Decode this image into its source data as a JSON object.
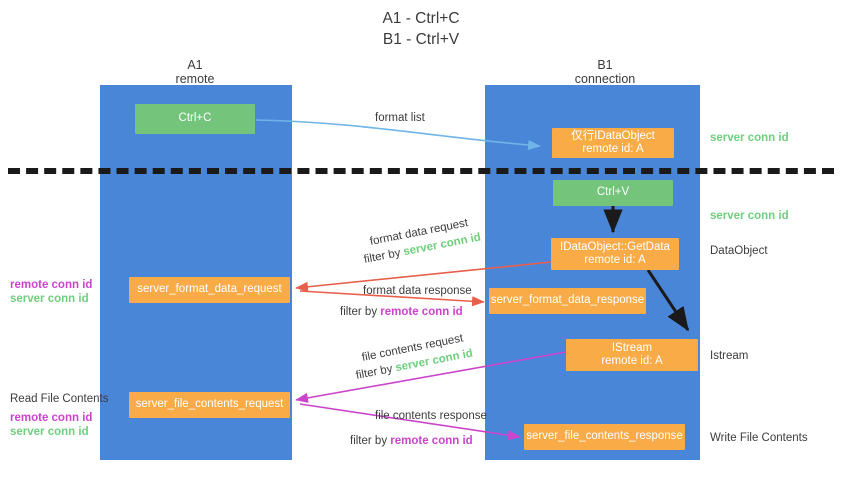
{
  "diagram": {
    "title_line1": "A1 - Ctrl+C",
    "title_line2": "B1 - Ctrl+V"
  },
  "lanes": [
    {
      "name": "A1",
      "sub": "remote"
    },
    {
      "name": "B1",
      "sub": "connection"
    }
  ],
  "nodes": {
    "ctrl_c": {
      "line1": "Ctrl+C",
      "line2": ""
    },
    "idataobject_top": {
      "line1": "仅行IDataObject",
      "line2": "remote id: A"
    },
    "ctrl_v": {
      "line1": "Ctrl+V",
      "line2": ""
    },
    "getdata": {
      "line1": "IDataObject::GetData",
      "line2": "remote id: A"
    },
    "istream": {
      "line1": "IStream",
      "line2": "remote id: A"
    },
    "server_format_data_request": {
      "line1": "server_format_data_request",
      "line2": ""
    },
    "server_format_data_response": {
      "line1": "server_format_data_response",
      "line2": ""
    },
    "server_file_contents_request": {
      "line1": "server_file_contents_request",
      "line2": ""
    },
    "server_file_contents_response": {
      "line1": "server_file_contents_response",
      "line2": ""
    }
  },
  "edge_labels": {
    "format_list": "format list",
    "format_data_request": "format data request",
    "format_data_request_filter_prefix": "filter by ",
    "format_data_request_filter_value": "server conn id",
    "format_data_response": "format data response",
    "format_data_response_filter_prefix": "filter by ",
    "format_data_response_filter_value": "remote conn id",
    "file_contents_request": "file contents request",
    "file_contents_request_filter_prefix": "filter by ",
    "file_contents_request_filter_value": "server conn id",
    "file_contents_response": "file contents response",
    "file_contents_response_filter_prefix": "filter by ",
    "file_contents_response_filter_value": "remote conn id"
  },
  "right_labels": {
    "server_conn_id_top": "server conn id",
    "server_conn_id_second": "server conn id",
    "dataobject": "DataObject",
    "istream": "Istream",
    "write_file_contents": "Write File Contents"
  },
  "left_labels": {
    "remote_conn_id_a": "remote conn id",
    "server_conn_id_a": "server conn id",
    "read_file_contents": "Read File Contents",
    "remote_conn_id_b": "remote conn id",
    "server_conn_id_b": "server conn id"
  },
  "colors": {
    "lane": "#4a86d8",
    "orange": "#f9ab48",
    "green": "#74c47c",
    "server_conn": "#6fcf7e",
    "remote_conn": "#cc44cc",
    "arrow_blue": "#6fb5e8",
    "arrow_red": "#e8604c",
    "arrow_magenta": "#cc44cc",
    "arrow_dark": "#1a1a1a"
  }
}
